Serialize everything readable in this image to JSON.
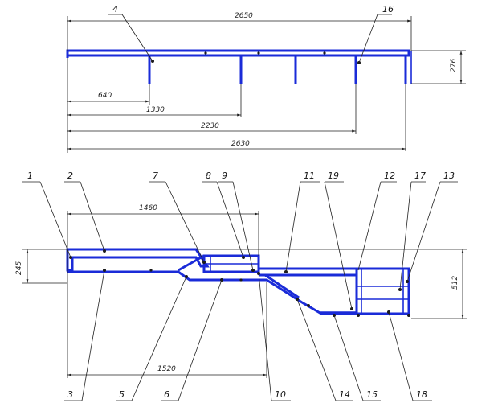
{
  "top_view": {
    "dimensions": {
      "overall_top": "2650",
      "d640": "640",
      "d1330": "1330",
      "d2230": "2230",
      "d2630": "2630",
      "height": "276"
    },
    "callouts": {
      "c4": "4",
      "c16": "16"
    }
  },
  "side_view": {
    "dimensions": {
      "d1460": "1460",
      "d1520": "1520",
      "left_height": "245",
      "right_height": "512"
    },
    "callouts": {
      "c1": "1",
      "c2": "2",
      "c7": "7",
      "c8": "8",
      "c9": "9",
      "c11": "11",
      "c19": "19",
      "c12": "12",
      "c17": "17",
      "c13": "13",
      "c3": "3",
      "c5": "5",
      "c6": "6",
      "c10": "10",
      "c14": "14",
      "c15": "15",
      "c18": "18"
    }
  },
  "colors": {
    "frame": "#1a2bd8",
    "line": "#222222"
  }
}
